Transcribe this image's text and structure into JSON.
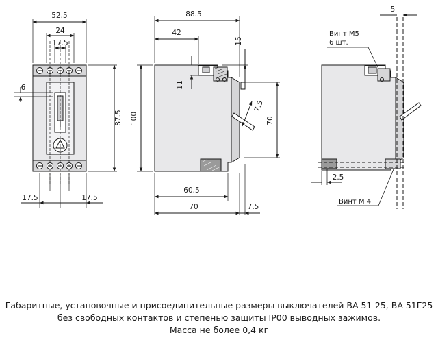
{
  "colors": {
    "line": "#1a1a1a",
    "body_fill": "#e8e8ea",
    "face_fill": "#d6d6d8",
    "terminal_fill": "#9a9a9a"
  },
  "front_view": {
    "dim_top_overall": "52.5",
    "dim_top_24": "24",
    "dim_top_17_5": "17.5",
    "dim_left_6": "6",
    "dim_right_87_5": "87.5",
    "dim_bottom_left": "17.5",
    "dim_bottom_right": "17.5"
  },
  "side_view": {
    "dim_top_overall": "88.5",
    "dim_top_42": "42",
    "dim_15": "15",
    "dim_11": "11",
    "dim_7_5_diag": "7.5",
    "dim_70_right": "70",
    "dim_100_left": "100",
    "dim_60_5": "60.5",
    "dim_70_bottom": "70",
    "dim_7_5_bottom": "7.5"
  },
  "rear_view": {
    "dim_5": "5",
    "screw_m5_label": "Винт М5",
    "screw_m5_qty": "6 шт.",
    "dim_2_5": "2.5",
    "screw_m4_label": "Винт М 4"
  },
  "caption": {
    "line1": "Габаритные, установочные и присоединительные размеры выключателей ВА 51-25, ВА 51Г25",
    "line2": "без свободных  контактов и степенью защиты IP00 выводных зажимов.",
    "line3": "Масса не более 0,4 кг"
  }
}
